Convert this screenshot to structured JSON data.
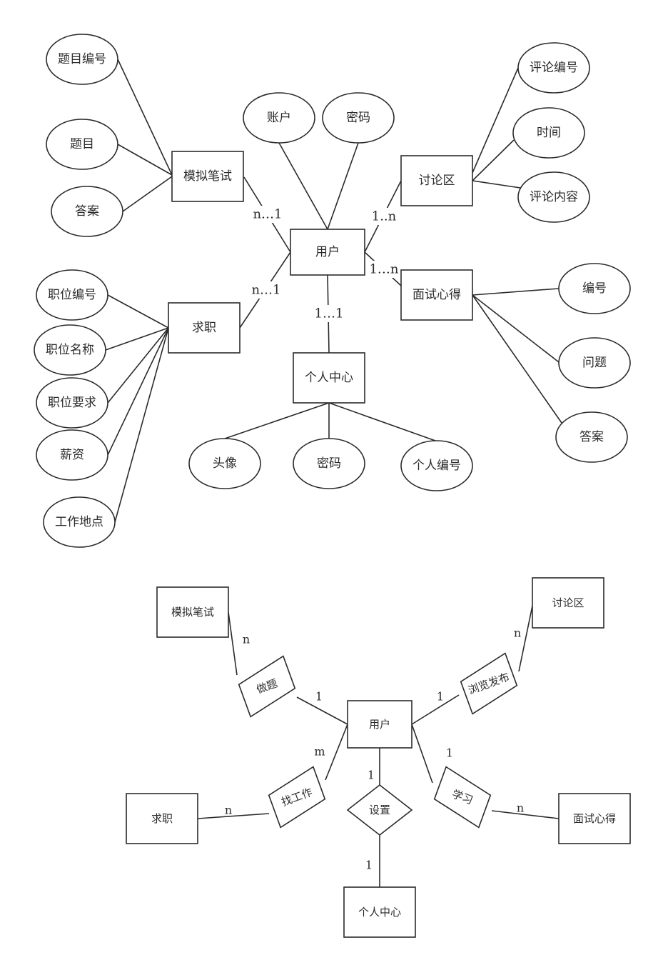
{
  "er_attributes": {
    "user": {
      "name": "用户",
      "account": "账户",
      "password": "密码"
    },
    "mock_test": {
      "name": "模拟笔试",
      "question_no": "题目编号",
      "question": "题目",
      "answer": "答案"
    },
    "discussion": {
      "name": "讨论区",
      "comment_no": "评论编号",
      "time": "时间",
      "comment_content": "评论内容"
    },
    "job": {
      "name": "求职",
      "position_no": "职位编号",
      "position_name": "职位名称",
      "position_req": "职位要求",
      "salary": "薪资",
      "work_place": "工作地点"
    },
    "interview": {
      "name": "面试心得",
      "no": "编号",
      "question": "问题",
      "answer": "答案"
    },
    "personal_center": {
      "name": "个人中心",
      "avatar": "头像",
      "password": "密码",
      "personal_no": "个人编号"
    },
    "cardinalities": {
      "user_mock_test": "n…1",
      "user_discussion": "1..n",
      "user_interview": "1…n",
      "user_job": "n…1",
      "user_personal_center": "1…1"
    }
  },
  "er_relations": {
    "entities": {
      "user": "用户",
      "mock_test": "模拟笔试",
      "discussion": "讨论区",
      "job": "求职",
      "interview": "面试心得",
      "personal_center": "个人中心"
    },
    "relationships": {
      "do_questions": "做题",
      "browse_publish": "浏览发布",
      "find_job": "找工作",
      "study": "学习",
      "settings": "设置"
    },
    "cardinalities": {
      "do_questions_mock": "n",
      "do_questions_user": "1",
      "browse_discussion": "n",
      "browse_user": "1",
      "find_job_user": "m",
      "find_job_job": "n",
      "study_user": "1",
      "study_interview": "n",
      "settings_user": "1",
      "settings_center": "1"
    }
  }
}
